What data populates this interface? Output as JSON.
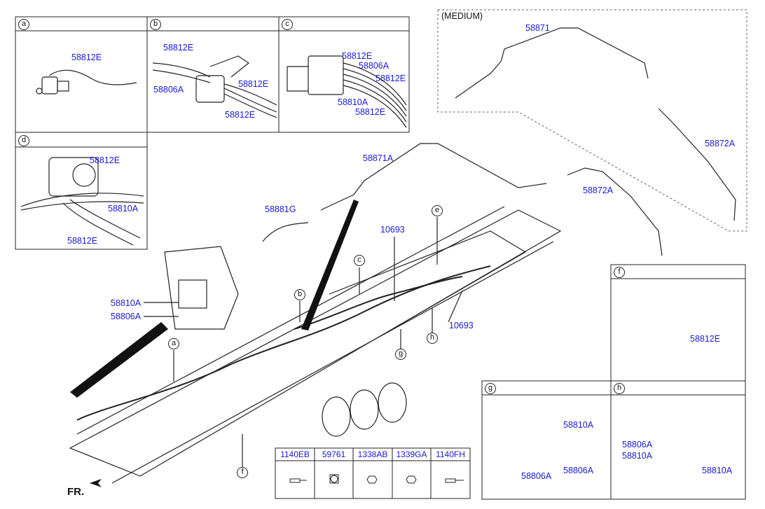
{
  "panels": {
    "a": {
      "letter": "a",
      "labels": [
        "58812E"
      ]
    },
    "b": {
      "letter": "b",
      "labels": [
        "58812E",
        "58806A",
        "58812E",
        "58812E"
      ]
    },
    "c": {
      "letter": "c",
      "labels": [
        "58812E",
        "58806A",
        "58812E",
        "58810A",
        "58812E"
      ]
    },
    "d": {
      "letter": "d",
      "labels": [
        "58812E",
        "58810A",
        "58812E"
      ]
    },
    "f": {
      "letter": "f",
      "labels": [
        "58812E"
      ]
    },
    "g": {
      "letter": "g",
      "labels": [
        "58810A",
        "58806A",
        "58806A"
      ]
    },
    "h": {
      "letter": "h",
      "labels": [
        "58806A",
        "58810A",
        "58810A"
      ]
    }
  },
  "medium": {
    "title": "(MEDIUM)",
    "labels": [
      "58871",
      "58872A"
    ]
  },
  "main": {
    "labels": [
      "58871A",
      "58872A",
      "58881G",
      "10693",
      "10693",
      "58810A",
      "58806A"
    ],
    "callouts": [
      "a",
      "b",
      "c",
      "e",
      "g",
      "h",
      "f"
    ],
    "direction": "FR."
  },
  "parts_table": {
    "headers": [
      "1140EB",
      "59761",
      "1338AB",
      "1339GA",
      "1140FH"
    ]
  },
  "colors": {
    "label": "#1a1ad6",
    "line": "#222222"
  }
}
